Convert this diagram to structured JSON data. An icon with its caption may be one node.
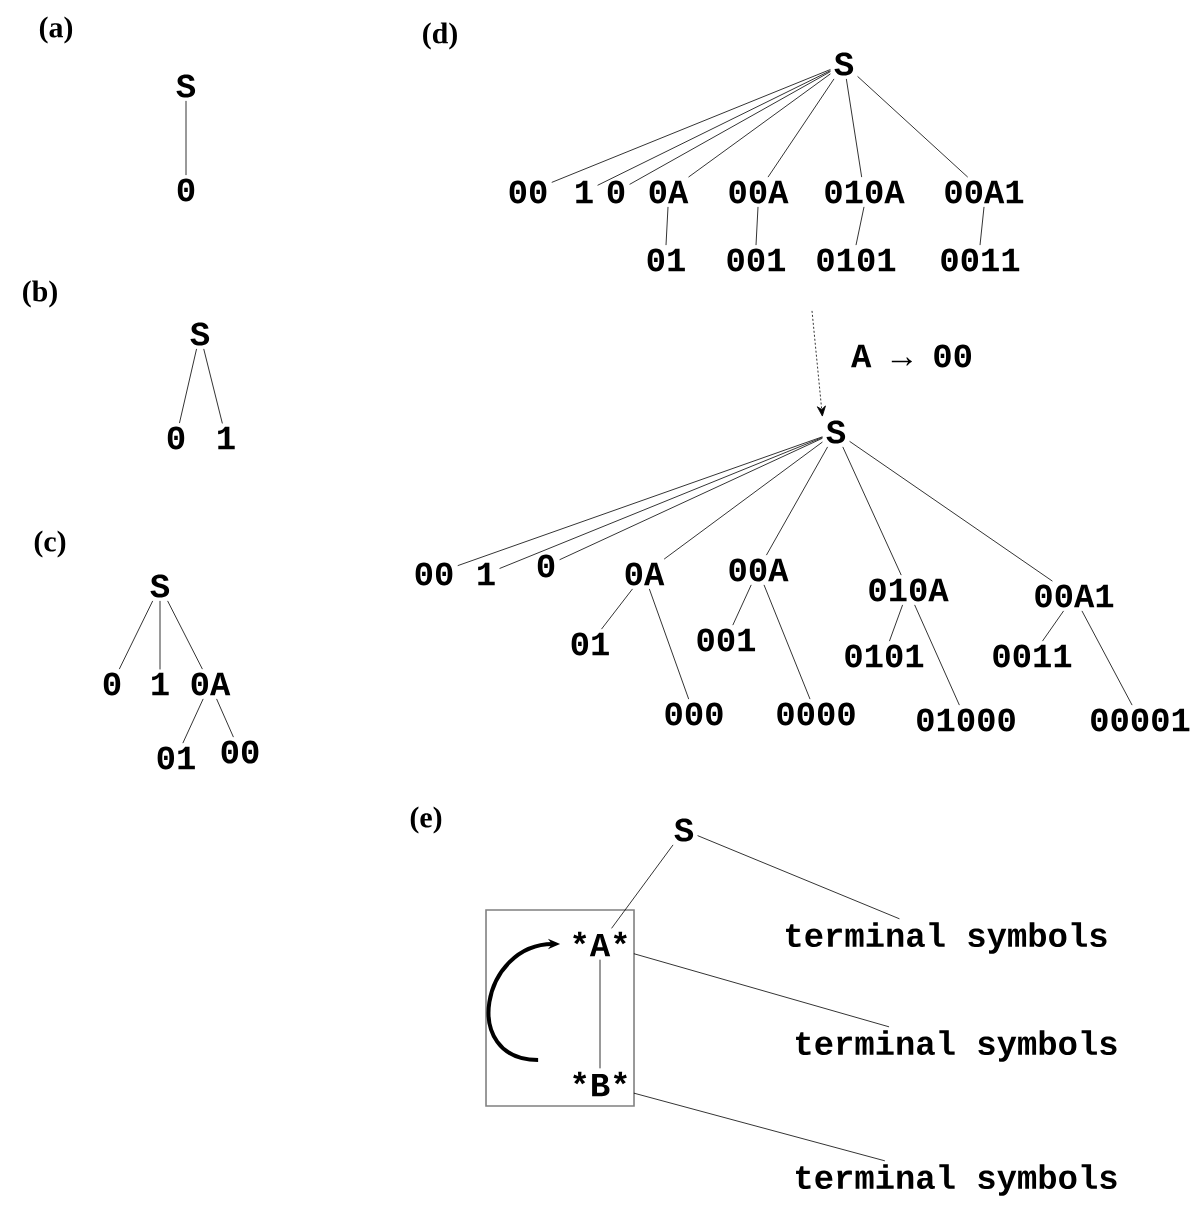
{
  "diagram": {
    "nodes": [
      {
        "text": [
          "S"
        ]
      },
      {
        "text": [
          "0"
        ]
      },
      {
        "text": [
          "S"
        ]
      },
      {
        "text": [
          "0"
        ]
      },
      {
        "text": [
          "1"
        ]
      },
      {
        "text": [
          "S"
        ]
      },
      {
        "text": [
          "0"
        ]
      },
      {
        "text": [
          "1"
        ]
      },
      {
        "text": [
          "0A"
        ]
      },
      {
        "text": [
          "01"
        ]
      },
      {
        "text": [
          "00"
        ]
      },
      {
        "text": [
          "S"
        ]
      },
      {
        "text": [
          "00"
        ]
      },
      {
        "text": [
          "1"
        ]
      },
      {
        "text": [
          "0"
        ]
      },
      {
        "text": [
          "0A"
        ]
      },
      {
        "text": [
          "00A"
        ]
      },
      {
        "text": [
          "010A"
        ]
      },
      {
        "text": [
          "00A1"
        ]
      },
      {
        "text": [
          "01"
        ]
      },
      {
        "text": [
          "001"
        ]
      },
      {
        "text": [
          "0101"
        ]
      },
      {
        "text": [
          "0011"
        ]
      },
      {
        "text": [
          "S"
        ]
      },
      {
        "text": [
          "00"
        ]
      },
      {
        "text": [
          "1"
        ]
      },
      {
        "text": [
          "0"
        ]
      },
      {
        "text": [
          "0A"
        ]
      },
      {
        "text": [
          "00A"
        ]
      },
      {
        "text": [
          "010A"
        ]
      },
      {
        "text": [
          "00A1"
        ]
      },
      {
        "text": [
          "01"
        ]
      },
      {
        "text": [
          "000"
        ]
      },
      {
        "text": [
          "001"
        ]
      },
      {
        "text": [
          "0000"
        ]
      },
      {
        "text": [
          "0101"
        ]
      },
      {
        "text": [
          "01000"
        ]
      },
      {
        "text": [
          "0011"
        ]
      },
      {
        "text": [
          "00001"
        ]
      },
      {
        "text": [
          "S"
        ]
      },
      {
        "text": [],
        "shape": "box"
      },
      {
        "text": [
          "*A*"
        ],
        "in": 40
      },
      {
        "text": [
          "terminal symbols"
        ]
      },
      {
        "text": [
          "terminal symbols"
        ]
      },
      {
        "text": [
          "*B*"
        ],
        "in": 40
      },
      {
        "text": [
          "terminal symbols"
        ]
      }
    ],
    "edges": [
      {
        "from": 0,
        "to": 1,
        "arrow": "none"
      },
      {
        "from": 2,
        "to": 3,
        "arrow": "none"
      },
      {
        "from": 2,
        "to": 4,
        "arrow": "none"
      },
      {
        "from": 5,
        "to": 6,
        "arrow": "none"
      },
      {
        "from": 5,
        "to": 7,
        "arrow": "none"
      },
      {
        "from": 5,
        "to": 8,
        "arrow": "none"
      },
      {
        "from": 8,
        "to": 9,
        "arrow": "none"
      },
      {
        "from": 8,
        "to": 10,
        "arrow": "none"
      },
      {
        "from": 11,
        "to": 12,
        "arrow": "none"
      },
      {
        "from": 11,
        "to": 13,
        "arrow": "none"
      },
      {
        "from": 11,
        "to": 14,
        "arrow": "none"
      },
      {
        "from": 11,
        "to": 15,
        "arrow": "none"
      },
      {
        "from": 11,
        "to": 16,
        "arrow": "none"
      },
      {
        "from": 11,
        "to": 17,
        "arrow": "none"
      },
      {
        "from": 11,
        "to": 18,
        "arrow": "none"
      },
      {
        "from": 15,
        "to": 19,
        "arrow": "none"
      },
      {
        "from": 16,
        "to": 20,
        "arrow": "none"
      },
      {
        "from": 17,
        "to": 21,
        "arrow": "none"
      },
      {
        "from": 18,
        "to": 22,
        "arrow": "none"
      },
      {
        "from": 21,
        "to": 23,
        "arrow": "to",
        "style": "dashed",
        "label": "A → 00"
      },
      {
        "from": 23,
        "to": 24,
        "arrow": "none"
      },
      {
        "from": 23,
        "to": 25,
        "arrow": "none"
      },
      {
        "from": 23,
        "to": 26,
        "arrow": "none"
      },
      {
        "from": 23,
        "to": 27,
        "arrow": "none"
      },
      {
        "from": 23,
        "to": 28,
        "arrow": "none"
      },
      {
        "from": 23,
        "to": 29,
        "arrow": "none"
      },
      {
        "from": 23,
        "to": 30,
        "arrow": "none"
      },
      {
        "from": 27,
        "to": 31,
        "arrow": "none"
      },
      {
        "from": 27,
        "to": 32,
        "arrow": "none"
      },
      {
        "from": 28,
        "to": 33,
        "arrow": "none"
      },
      {
        "from": 28,
        "to": 34,
        "arrow": "none"
      },
      {
        "from": 29,
        "to": 35,
        "arrow": "none"
      },
      {
        "from": 29,
        "to": 36,
        "arrow": "none"
      },
      {
        "from": 30,
        "to": 37,
        "arrow": "none"
      },
      {
        "from": 30,
        "to": 38,
        "arrow": "none"
      },
      {
        "from": 39,
        "to": 41,
        "arrow": "none"
      },
      {
        "from": 39,
        "to": 42,
        "arrow": "none"
      },
      {
        "from": 41,
        "to": 44,
        "arrow": "none"
      },
      {
        "from": 41,
        "to": 43,
        "arrow": "none"
      },
      {
        "from": 44,
        "to": 45,
        "arrow": "none"
      },
      {
        "from": 44,
        "to": 41,
        "arrow": "to",
        "style": "thick"
      }
    ],
    "labels": [
      "(a)",
      "(b)",
      "(c)",
      "(d)",
      "(e)"
    ]
  }
}
